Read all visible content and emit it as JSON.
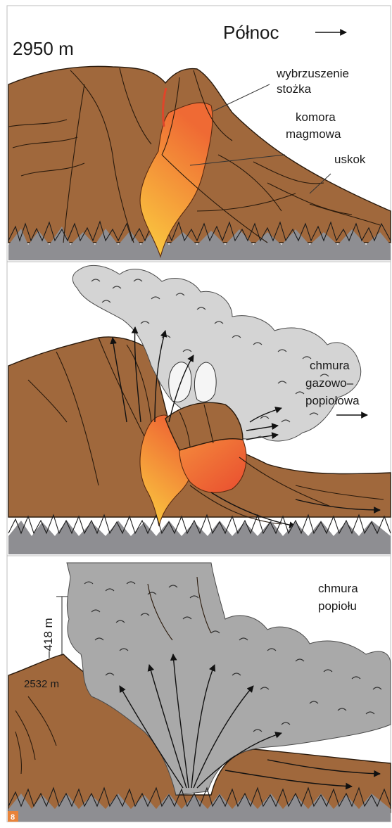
{
  "panels": {
    "top": {
      "elevation": "2950 m",
      "direction": "Północ",
      "labels": {
        "bulge_line1": "wybrzuszenie",
        "bulge_line2": "stożka",
        "chamber_line1": "komora",
        "chamber_line2": "magmowa",
        "fault": "uskok"
      }
    },
    "middle": {
      "labels": {
        "cloud_line1": "chmura",
        "cloud_line2": "gazowo–",
        "cloud_line3": "popiołowa"
      }
    },
    "bottom": {
      "height_diff": "–418 m",
      "summit": "2532 m",
      "labels": {
        "cloud_line1": "chmura",
        "cloud_line2": "popiołu"
      }
    }
  },
  "figure_number": "8",
  "colors": {
    "mountain": "#a0683c",
    "ground": "#8e8e92",
    "magma_light": "#f8c23c",
    "magma_dark": "#ee6234",
    "cloud_light": "#d4d4d4",
    "cloud_dark": "#a9a9a9",
    "badge": "#e8833a"
  }
}
